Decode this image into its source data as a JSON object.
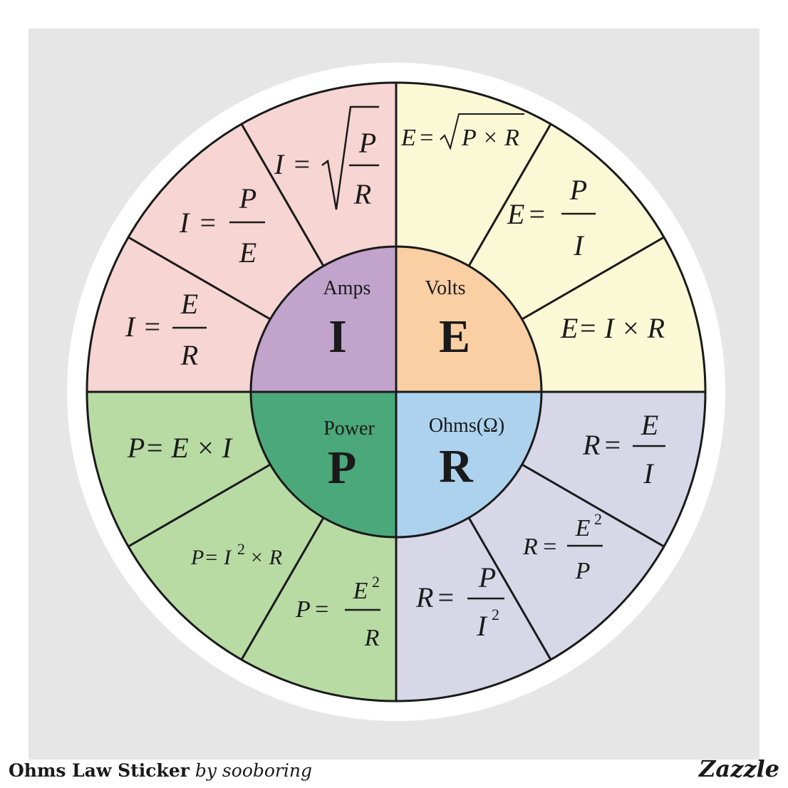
{
  "colors": {
    "background": "#e6e6e6",
    "sticker": "#ffffff",
    "outline": "#1a1a1a",
    "amps_outer": "#f6d5d3",
    "volts_outer": "#fbf8d6",
    "power_outer": "#b8dba4",
    "ohms_outer": "#d7d7e8",
    "amps_inner": "#c1a3cc",
    "volts_inner": "#f9cfa3",
    "power_inner": "#4aa87a",
    "ohms_inner": "#acd2ee"
  },
  "quadrants": {
    "amps": {
      "label": "Amps",
      "symbol": "I"
    },
    "volts": {
      "label": "Volts",
      "symbol": "E"
    },
    "power": {
      "label": "Power",
      "symbol": "P"
    },
    "ohms": {
      "label": "Ohms(Ω)",
      "symbol": "R"
    }
  },
  "formulas": {
    "i_sqrt": {
      "lhs": "I",
      "eq": "=",
      "num": "P",
      "den": "R"
    },
    "i_p_e": {
      "lhs": "I",
      "eq": "=",
      "num": "P",
      "den": "E"
    },
    "i_e_r": {
      "lhs": "I",
      "eq": "=",
      "num": "E",
      "den": "R"
    },
    "e_sqrt": {
      "lhs": "E",
      "eq": "=",
      "body": "P × R"
    },
    "e_p_i": {
      "lhs": "E",
      "eq": "=",
      "num": "P",
      "den": "I"
    },
    "e_i_r": {
      "text": "E= I × R"
    },
    "p_e_i": {
      "text": "P= E × I"
    },
    "p_i2_r": {
      "pre": "P= I",
      "sup": "2",
      "post": "× R"
    },
    "p_e2_r": {
      "lhs": "P",
      "eq": "=",
      "num": "E",
      "sup": "2",
      "den": "R"
    },
    "r_e_i": {
      "lhs": "R",
      "eq": "=",
      "num": "E",
      "den": "I"
    },
    "r_e2_p": {
      "lhs": "R",
      "eq": "=",
      "num": "E",
      "sup": "2",
      "den": "P"
    },
    "r_p_i2": {
      "lhs": "R",
      "eq": "=",
      "num": "P",
      "den": "I",
      "sup": "2"
    }
  },
  "footer": {
    "product": "Ohms Law Sticker",
    "byline": "by sooboring",
    "brand": "Zazzle"
  }
}
